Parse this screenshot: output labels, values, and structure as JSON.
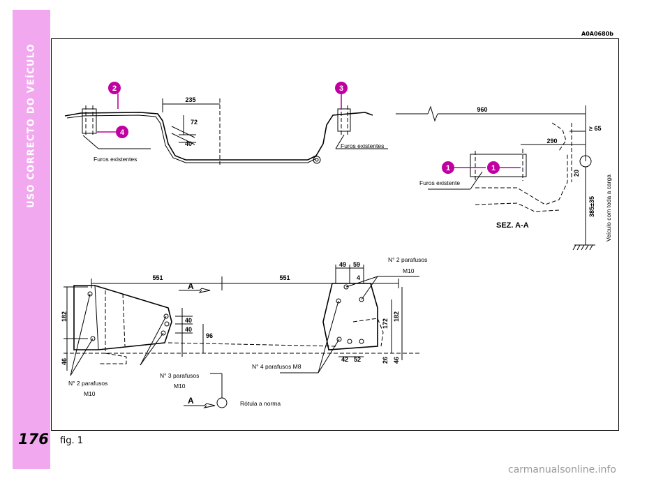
{
  "sidebar": {
    "section_title": "USO CORRECTO DO VEÍCULO",
    "page_number": "176",
    "color": "#f2a8ef"
  },
  "figure": {
    "code": "A0A0680b",
    "caption": "fig. 1",
    "callouts": [
      "2",
      "3",
      "4",
      "1",
      "1"
    ],
    "callout_color": "#c000a0",
    "labels": {
      "furos_left": "Furos existentes",
      "furos_right": "Furos existentes",
      "furos_existente": "Furos existente",
      "sez": "SEZ. A-A",
      "veiculo": "Veículo com toda a carga",
      "parafusos_top_right_1": "N° 2 parafusos",
      "parafusos_top_right_2": "M10",
      "parafusos_left_1": "N° 2 parafusos",
      "parafusos_left_2": "M10",
      "parafusos_mid_1": "N° 3 parafusos",
      "parafusos_mid_2": "M10",
      "parafusos_m8": "N° 4 parafusos M8",
      "rotula": "Rótula a norma",
      "section_marker": "A"
    },
    "dimensions": {
      "d235": "235",
      "d72": "72",
      "d40a": "40",
      "d960": "960",
      "d65": "≥ 65",
      "d290": "290",
      "d20": "20",
      "d385": "385±35",
      "d551a": "551",
      "d551b": "551",
      "d49": "49",
      "d59": "59",
      "d4": "4",
      "d182a": "182",
      "d46a": "46",
      "d40b": "40",
      "d40c": "40",
      "d96": "96",
      "d172": "172",
      "d182b": "182",
      "d26": "26",
      "d46b": "46",
      "d42": "42",
      "d52": "52"
    }
  },
  "watermark": "carmanualsonline.info"
}
